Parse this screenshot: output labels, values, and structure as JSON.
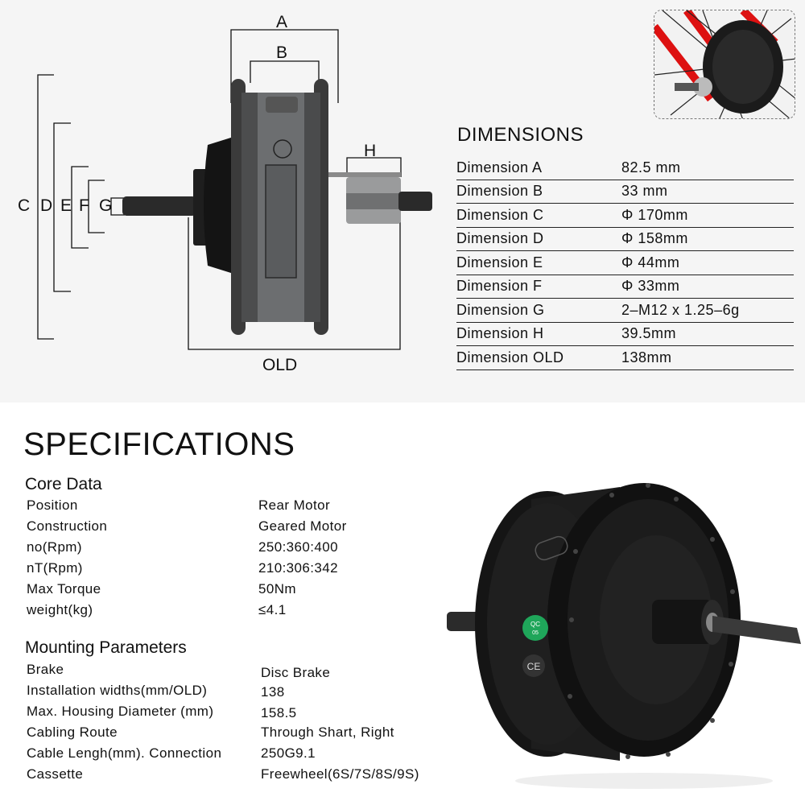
{
  "dimensions": {
    "title": "DIMENSIONS",
    "rows": [
      {
        "label": "Dimension A",
        "value": "82.5 mm"
      },
      {
        "label": "Dimension B",
        "value": "33 mm"
      },
      {
        "label": "Dimension C",
        "value": "Φ 170mm"
      },
      {
        "label": "Dimension D",
        "value": "Φ 158mm"
      },
      {
        "label": "Dimension E",
        "value": "Φ 44mm"
      },
      {
        "label": "Dimension F",
        "value": "Φ 33mm"
      },
      {
        "label": "Dimension G",
        "value": "2–M12 x 1.25–6g"
      },
      {
        "label": "Dimension H",
        "value": "39.5mm"
      },
      {
        "label": "Dimension OLD",
        "value": "138mm"
      }
    ]
  },
  "diagram": {
    "labels": {
      "A": "A",
      "B": "B",
      "C": "C",
      "D": "D",
      "E": "E",
      "F": "F",
      "G": "G",
      "H": "H",
      "OLD": "OLD"
    },
    "motor_color": "#5a5c5e"
  },
  "specifications": {
    "title": "SPECIFICATIONS",
    "core": {
      "title": "Core Data",
      "rows": [
        {
          "label": "Position",
          "value": "Rear Motor"
        },
        {
          "label": "Construction",
          "value": "Geared Motor"
        },
        {
          "label": "no(Rpm)",
          "value": "250:360:400"
        },
        {
          "label": "nT(Rpm)",
          "value": "210:306:342"
        },
        {
          "label": "Max Torque",
          "value": "50Nm"
        },
        {
          "label": "weight(kg)",
          "value": "≤4.1"
        }
      ]
    },
    "mounting": {
      "title": "Mounting Parameters",
      "rows": [
        {
          "label": "Brake",
          "value": "Disc Brake"
        },
        {
          "label": "Installation widths(mm/OLD)",
          "value": "138"
        },
        {
          "label": "Max. Housing Diameter (mm)",
          "value": "158.5"
        },
        {
          "label": "Cabling Route",
          "value": "Through Shart, Right"
        },
        {
          "label": "Cable Lengh(mm). Connection",
          "value": "250G9.1"
        },
        {
          "label": "Cassette",
          "value": "Freewheel(6S/7S/8S/9S)"
        }
      ]
    }
  },
  "photo": {
    "badge_text_1": "QC",
    "badge_text_2": "05",
    "ce_text": "CE",
    "badge_color": "#1fa65a"
  }
}
